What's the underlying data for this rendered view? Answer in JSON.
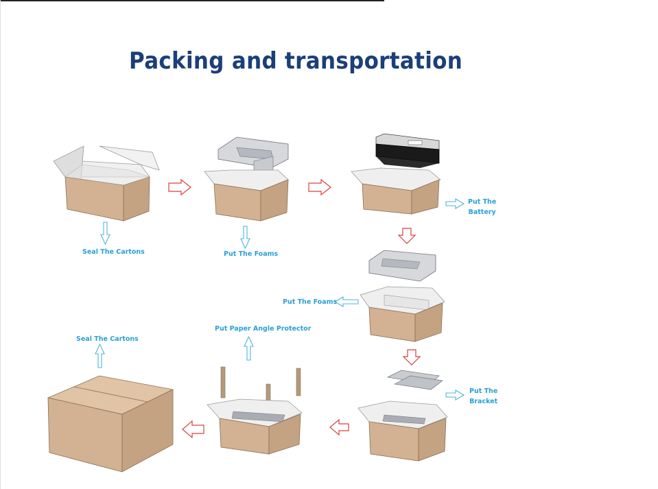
{
  "title": "Packing and transportation",
  "steps": {
    "seal_top": "Seal The Cartons",
    "foams_top": "Put The Foams",
    "battery": "Put The\nBattery",
    "foams_mid": "Put The Foams",
    "bracket": "Put The\nBracket",
    "angle_protector": "Put Paper Angle Protector",
    "seal_final": "Seal The Cartons"
  },
  "colors": {
    "title": "#1b3f7a",
    "label": "#2a9fd8",
    "blue_arrow": "#4fb3e0",
    "red_arrow": "#d8403a",
    "carton_front": "#d2b292",
    "carton_side": "#c4a383",
    "carton_inner": "#e8e8e8",
    "foam": "#d6d8dc"
  }
}
